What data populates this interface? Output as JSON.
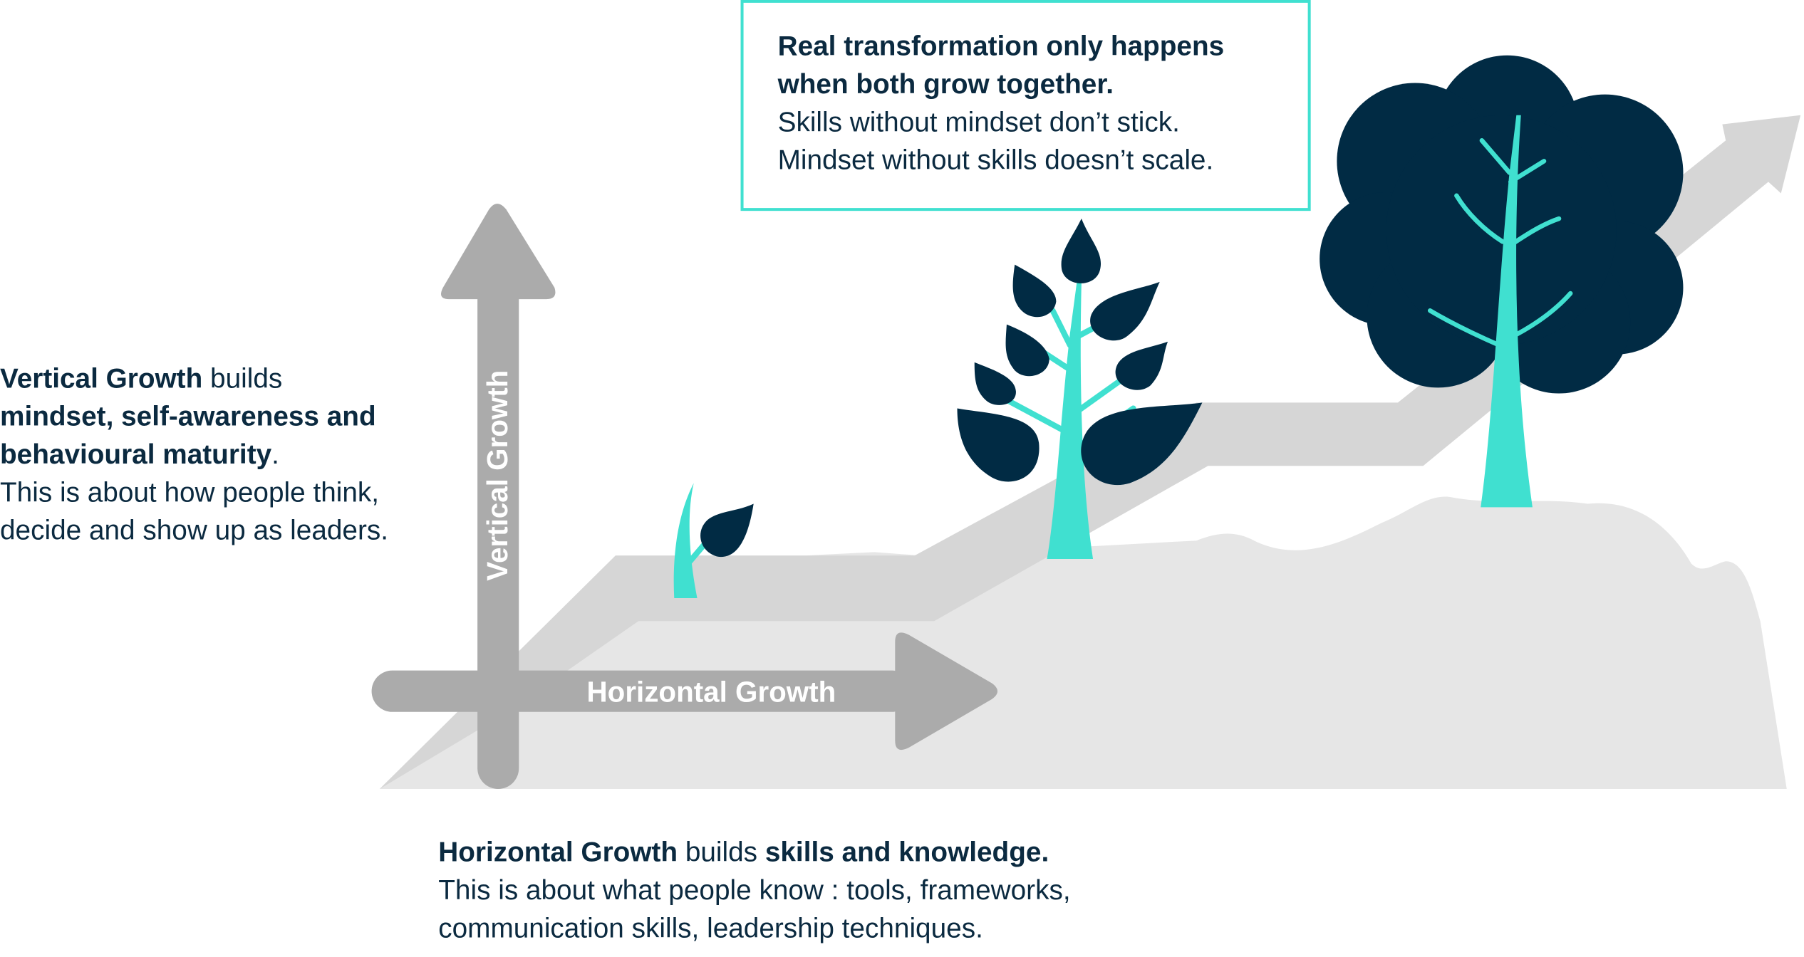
{
  "callout": {
    "line1": "Real transformation only happens",
    "line2": "when both grow together.",
    "line3": "Skills without mindset don’t stick.",
    "line4": "Mindset without skills doesn’t scale."
  },
  "vertical_text": {
    "l1_bold": "Vertical Growth",
    "l1_rest": " builds",
    "l2_bold": "mindset, self-awareness and",
    "l3_bold": "behavioural maturity",
    "l3_rest": ".",
    "l4": "This is about how people think,",
    "l5": "decide and show up as leaders."
  },
  "horizontal_text": {
    "l1_bold": "Horizontal Growth",
    "l1_mid": " builds ",
    "l1_bold2": "skills and knowledge.",
    "l2": "This is about what people know : tools, frameworks,",
    "l3": "communication skills, leadership techniques."
  },
  "arrows": {
    "vertical_label": "Vertical Growth",
    "horizontal_label": "Horizontal Growth"
  },
  "colors": {
    "navy": "#012B44",
    "teal": "#40E0D0",
    "arrow_gray": "#ABABAB",
    "ground": "#E6E6E6",
    "path": "#D6D6D6"
  }
}
